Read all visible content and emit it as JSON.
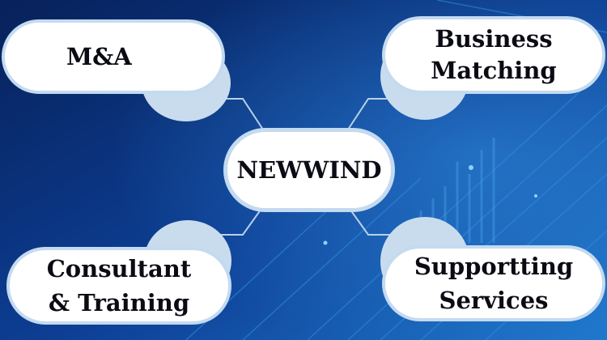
{
  "diagram": {
    "center": {
      "label": "NEWWIND"
    },
    "nodes": [
      {
        "id": "ma",
        "label": "M&A"
      },
      {
        "id": "business-matching",
        "label": "Business\nMatching"
      },
      {
        "id": "consultant-training",
        "label": "Consultant\n& Training"
      },
      {
        "id": "supporting-services",
        "label": "Supportting\nServices"
      }
    ]
  },
  "colors": {
    "background_dark": "#0a2a6e",
    "background_light": "#1e72c8",
    "node_fill": "#ffffff",
    "node_border": "#c4daf0",
    "blob_fill": "#c9dcee",
    "connector": "#b8d0ea",
    "text": "#0b0b14"
  }
}
